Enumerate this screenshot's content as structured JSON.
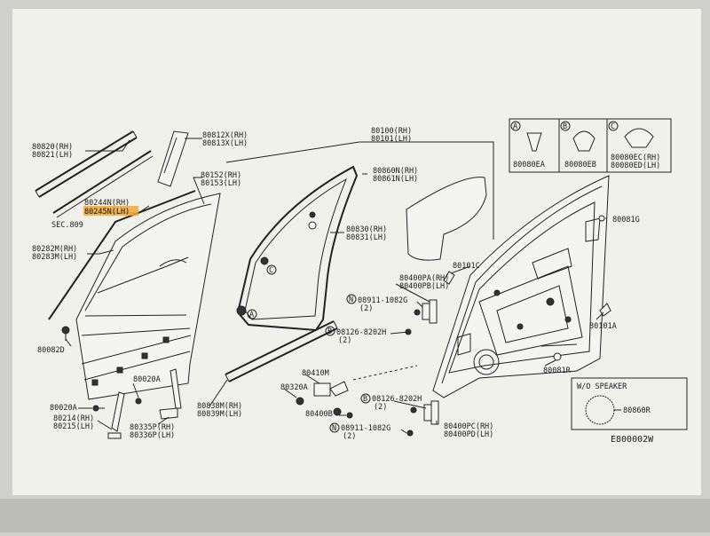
{
  "diagram": {
    "code": "E800002W",
    "section_ref": "SEC.809",
    "highlight_color": "#f2a83a",
    "paper_color": "#f1f1ec",
    "callouts": {
      "c80820": "80820(RH)",
      "c80821": "80821(LH)",
      "c80812x": "80812X(RH)",
      "c80813x": "80813X(LH)",
      "c80100": "80100(RH)",
      "c80101": "80101(LH)",
      "c80152": "80152(RH)",
      "c80153": "80153(LH)",
      "c80860n": "80860N(RH)",
      "c80861n": "80861N(LH)",
      "c80244n": "80244N(RH)",
      "c80245n": "80245N(LH)",
      "c80282m": "80282M(RH)",
      "c80283m": "80283M(LH)",
      "c80830": "80830(RH)",
      "c80831": "80831(LH)",
      "c80081g": "80081G",
      "c80101c": "80101C",
      "c80400pa": "80400PA(RH)",
      "c80400pb": "80400PB(LH)",
      "c08911a": "08911-1082G",
      "c08911a_q": "(2)",
      "c80101a": "80101A",
      "c08126a": "08126-8202H",
      "c08126a_q": "(2)",
      "c80082d": "80082D",
      "c80020a_1": "80020A",
      "c80410m": "80410M",
      "c80320a": "80320A",
      "c80081r": "80081R",
      "c80020a_2": "80020A",
      "c80214": "80214(RH)",
      "c80215": "80215(LH)",
      "c80838m": "80838M(RH)",
      "c80839m": "80839M(LH)",
      "c80335p": "80335P(RH)",
      "c80336p": "80336P(LH)",
      "c80400b": "80400B",
      "c08126b": "08126-8202H",
      "c08126b_q": "(2)",
      "c08911b": "08911-1082G",
      "c08911b_q": "(2)",
      "c80400pc": "80400PC(RH)",
      "c80400pd": "80400PD(LH)",
      "mark_a": "A",
      "mark_c": "C",
      "n_mark_1": "N",
      "n_mark_2": "N",
      "b_mark_1": "B",
      "b_mark_2": "B"
    },
    "clip_table": {
      "cells": [
        {
          "letter": "A",
          "code": "80080EA"
        },
        {
          "letter": "B",
          "code": "80080EB"
        },
        {
          "letter": "C",
          "code": "80080EC(RH)",
          "code2": "80080ED(LH)"
        }
      ]
    },
    "speaker_box": {
      "title": "W/O SPEAKER",
      "part": "80860R"
    }
  }
}
